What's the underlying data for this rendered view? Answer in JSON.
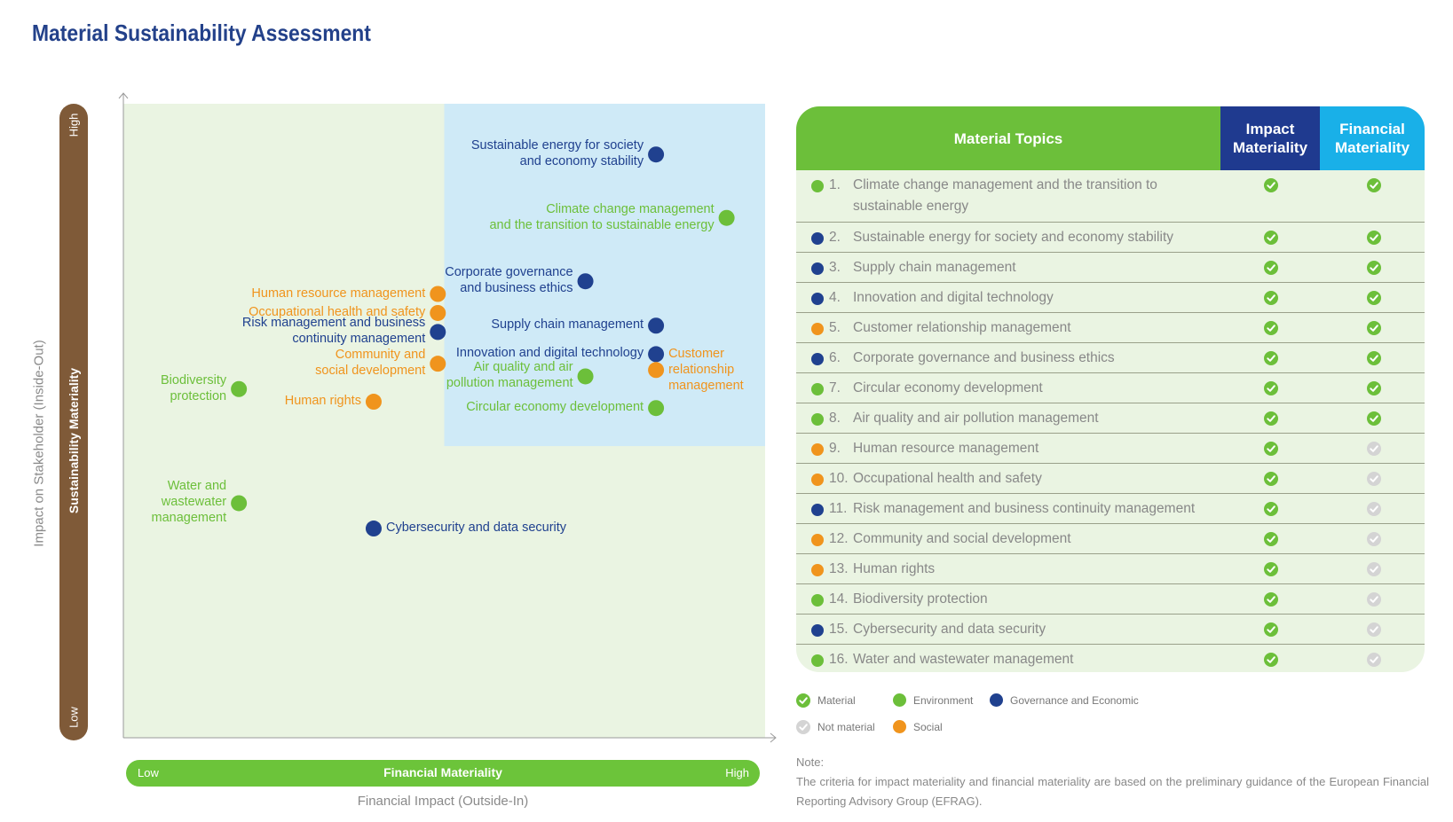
{
  "title": "Material Sustainability Assessment",
  "colors": {
    "environment": "#6cbf3a",
    "governance": "#20418f",
    "social": "#f0941d",
    "highlight_zone": "#cfeaf7",
    "plot_bg": "#eaf4e2",
    "y_bar": "#7f5a38",
    "x_bar": "#6cc43a"
  },
  "y_axis": {
    "outer_label": "Impact on Stakeholder (Inside-Out)",
    "bar_title": "Sustainability Materiality",
    "high": "High",
    "low": "Low"
  },
  "x_axis": {
    "outer_label": "Financial Impact (Outside-In)",
    "bar_title": "Financial Materiality",
    "low": "Low",
    "high": "High"
  },
  "chart_data": {
    "type": "scatter",
    "title": "",
    "xlabel": "Financial Impact (Outside-In)",
    "ylabel": "Impact on Stakeholder (Inside-Out)",
    "xlim": [
      0,
      1
    ],
    "ylim": [
      0,
      1
    ],
    "highlight_region": {
      "x": [
        0.5,
        1.0
      ],
      "y": [
        0.46,
        1.0
      ],
      "meaning": "material in both dimensions"
    },
    "points": [
      {
        "label": "Sustainable energy for society and economy stability",
        "display": [
          "Sustainable energy for society",
          "and economy stability"
        ],
        "category": "governance",
        "x": 0.83,
        "y": 0.92,
        "side": "left"
      },
      {
        "label": "Climate change management and the transition to sustainable energy",
        "display": [
          "Climate change management",
          "and the transition to sustainable energy"
        ],
        "category": "environment",
        "x": 0.94,
        "y": 0.82,
        "side": "left"
      },
      {
        "label": "Corporate governance and business ethics",
        "display": [
          "Corporate governance",
          "and business ethics"
        ],
        "category": "governance",
        "x": 0.72,
        "y": 0.72,
        "side": "left"
      },
      {
        "label": "Supply chain management",
        "display": [
          "Supply chain management"
        ],
        "category": "governance",
        "x": 0.83,
        "y": 0.65,
        "side": "left"
      },
      {
        "label": "Innovation and digital technology",
        "display": [
          "Innovation and digital technology"
        ],
        "category": "governance",
        "x": 0.83,
        "y": 0.605,
        "side": "left"
      },
      {
        "label": "Customer relationship management",
        "display": [
          "Customer",
          "relationship",
          "management"
        ],
        "category": "social",
        "x": 0.83,
        "y": 0.58,
        "side": "right"
      },
      {
        "label": "Air quality and air pollution management",
        "display": [
          "Air quality and air",
          "pollution management"
        ],
        "category": "environment",
        "x": 0.72,
        "y": 0.57,
        "side": "left"
      },
      {
        "label": "Circular economy development",
        "display": [
          "Circular economy development"
        ],
        "category": "environment",
        "x": 0.83,
        "y": 0.52,
        "side": "left"
      },
      {
        "label": "Human resource management",
        "display": [
          "Human resource management"
        ],
        "category": "social",
        "x": 0.49,
        "y": 0.7,
        "side": "left"
      },
      {
        "label": "Occupational health and safety",
        "display": [
          "Occupational health and safety"
        ],
        "category": "social",
        "x": 0.49,
        "y": 0.67,
        "side": "left"
      },
      {
        "label": "Risk management and business continuity management",
        "display": [
          "Risk management and business",
          "continuity management"
        ],
        "category": "governance",
        "x": 0.49,
        "y": 0.64,
        "side": "left"
      },
      {
        "label": "Community and social development",
        "display": [
          "Community and",
          "social development"
        ],
        "category": "social",
        "x": 0.49,
        "y": 0.59,
        "side": "left"
      },
      {
        "label": "Biodiversity protection",
        "display": [
          "Biodiversity",
          "protection"
        ],
        "category": "environment",
        "x": 0.18,
        "y": 0.55,
        "side": "left"
      },
      {
        "label": "Human rights",
        "display": [
          "Human rights"
        ],
        "category": "social",
        "x": 0.39,
        "y": 0.53,
        "side": "left"
      },
      {
        "label": "Water and wastewater management",
        "display": [
          "Water and",
          "wastewater",
          "management"
        ],
        "category": "environment",
        "x": 0.18,
        "y": 0.37,
        "side": "left"
      },
      {
        "label": "Cybersecurity and data security",
        "display": [
          "Cybersecurity and data security"
        ],
        "category": "governance",
        "x": 0.39,
        "y": 0.33,
        "side": "right"
      }
    ]
  },
  "table": {
    "headers": {
      "topics": "Material Topics",
      "impact": [
        "Impact",
        "Materiality"
      ],
      "financial": [
        "Financial",
        "Materiality"
      ]
    },
    "rows": [
      {
        "num": "1.",
        "text": "Climate change management and the transition to sustainable energy",
        "category": "environment",
        "impact": true,
        "financial": true
      },
      {
        "num": "2.",
        "text": "Sustainable energy for society and economy stability",
        "category": "governance",
        "impact": true,
        "financial": true
      },
      {
        "num": "3.",
        "text": "Supply chain management",
        "category": "governance",
        "impact": true,
        "financial": true
      },
      {
        "num": "4.",
        "text": "Innovation and digital technology",
        "category": "governance",
        "impact": true,
        "financial": true
      },
      {
        "num": "5.",
        "text": "Customer relationship management",
        "category": "social",
        "impact": true,
        "financial": true
      },
      {
        "num": "6.",
        "text": "Corporate governance and business ethics",
        "category": "governance",
        "impact": true,
        "financial": true
      },
      {
        "num": "7.",
        "text": "Circular economy development",
        "category": "environment",
        "impact": true,
        "financial": true
      },
      {
        "num": "8.",
        "text": "Air quality and air pollution management",
        "category": "environment",
        "impact": true,
        "financial": true
      },
      {
        "num": "9.",
        "text": "Human resource management",
        "category": "social",
        "impact": true,
        "financial": false
      },
      {
        "num": "10.",
        "text": "Occupational health and safety",
        "category": "social",
        "impact": true,
        "financial": false
      },
      {
        "num": "11.",
        "text": "Risk management and business continuity management",
        "category": "governance",
        "impact": true,
        "financial": false
      },
      {
        "num": "12.",
        "text": "Community and social development",
        "category": "social",
        "impact": true,
        "financial": false
      },
      {
        "num": "13.",
        "text": "Human rights",
        "category": "social",
        "impact": true,
        "financial": false
      },
      {
        "num": "14.",
        "text": "Biodiversity protection",
        "category": "environment",
        "impact": true,
        "financial": false
      },
      {
        "num": "15.",
        "text": "Cybersecurity and data security",
        "category": "governance",
        "impact": true,
        "financial": false
      },
      {
        "num": "16.",
        "text": "Water and wastewater management",
        "category": "environment",
        "impact": true,
        "financial": false
      }
    ]
  },
  "legend": {
    "material": "Material",
    "not_material": "Not material",
    "environment": "Environment",
    "social": "Social",
    "governance": "Governance and Economic"
  },
  "note": {
    "label": "Note:",
    "text": "The criteria for impact materiality and financial materiality are based on the preliminary guidance of the European Financial Reporting Advisory Group (EFRAG)."
  }
}
